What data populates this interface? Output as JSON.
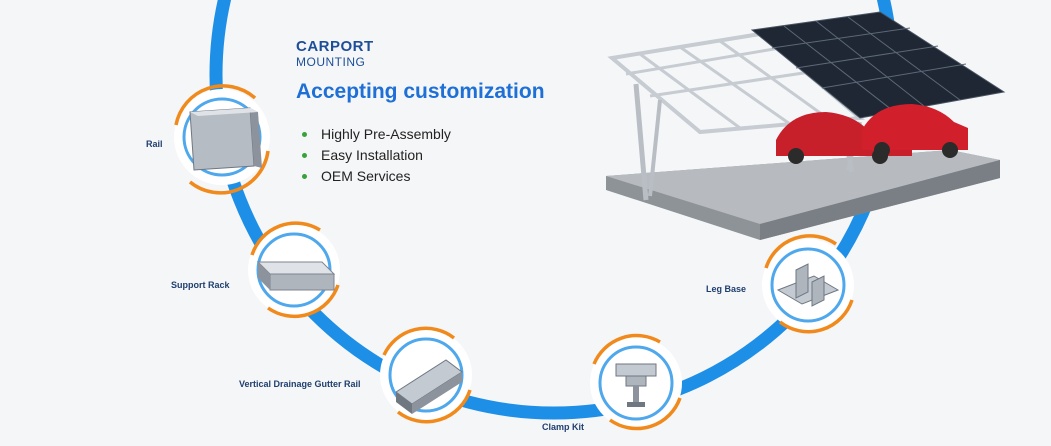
{
  "brand": {
    "line1": "CARPORT",
    "line2": "MOUNTING"
  },
  "headline": "Accepting customization",
  "features": [
    "Highly Pre-Assembly",
    "Easy Installation",
    "OEM Services"
  ],
  "components": {
    "rail": "Rail",
    "support_rack": "Support Rack",
    "gutter_rail": "Vertical Drainage Gutter Rail",
    "clamp_kit": "Clamp Kit",
    "leg_base": "Leg Base"
  },
  "colors": {
    "ring": "#1e8fe6",
    "accent": "#f08a1c",
    "title": "#1e6fd6",
    "bullet": "#3aa23a"
  }
}
